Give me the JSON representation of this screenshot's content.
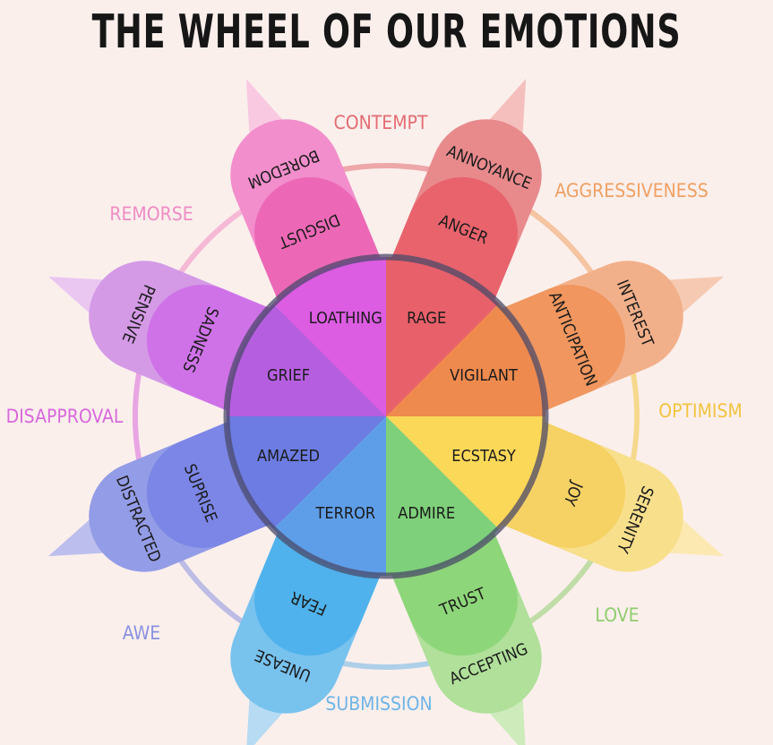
{
  "title": "THE WHEEL OF OUR EMOTIONS",
  "petals": [
    {
      "id": "top-right",
      "outer": "ANNOYANCE",
      "inner": "ANGER",
      "core": "RAGE",
      "color": "#e8636c",
      "light": "#f2b6b4",
      "outer_color": "#e88a8c",
      "core_color": "#e8606a"
    },
    {
      "id": "right-up",
      "outer": "INTEREST",
      "inner": "ANTICIPATION",
      "core": "VIGILANT",
      "color": "#f0965e",
      "light": "#f4c3a8",
      "outer_color": "#f2b08a",
      "core_color": "#ee8a4e"
    },
    {
      "id": "right-down",
      "outer": "SERENITY",
      "inner": "JOY",
      "core": "ECSTASY",
      "color": "#f6d264",
      "light": "#fbe7a8",
      "outer_color": "#f8df8c",
      "core_color": "#fcd858"
    },
    {
      "id": "bottom-right",
      "outer": "ACCEPTING",
      "inner": "TRUST",
      "core": "ADMIRE",
      "color": "#8ed67a",
      "light": "#c6eab4",
      "outer_color": "#b0e09a",
      "core_color": "#7ed07a"
    },
    {
      "id": "bottom-left",
      "outer": "UNEASE",
      "inner": "FEAR",
      "core": "TERROR",
      "color": "#4fb2ec",
      "light": "#a9d7f3",
      "outer_color": "#78c2ee",
      "core_color": "#5e9ee8"
    },
    {
      "id": "left-down",
      "outer": "DISTRACTED",
      "inner": "SUPRISE",
      "core": "AMAZED",
      "color": "#7b86e6",
      "light": "#b0b6ee",
      "outer_color": "#939ce6",
      "core_color": "#6c7ce2"
    },
    {
      "id": "left-up",
      "outer": "PENSIVE",
      "inner": "SADNESS",
      "core": "GRIEF",
      "color": "#cf72e8",
      "light": "#e6c0f2",
      "outer_color": "#d49ae6",
      "core_color": "#b65ee0"
    },
    {
      "id": "top-left",
      "outer": "BOREDOM",
      "inner": "DISGUST",
      "core": "LOATHING",
      "color": "#ec68b6",
      "light": "#f8c2e0",
      "outer_color": "#f28ecc",
      "core_color": "#dc5ce2"
    }
  ],
  "dyads": [
    {
      "label": "CONTEMPT",
      "color": "#e46c72"
    },
    {
      "label": "AGGRESSIVENESS",
      "color": "#f0a063"
    },
    {
      "label": "OPTIMISM",
      "color": "#f3c43f"
    },
    {
      "label": "LOVE",
      "color": "#8fcd6f"
    },
    {
      "label": "SUBMISSION",
      "color": "#6fb4e6"
    },
    {
      "label": "AWE",
      "color": "#8991e0"
    },
    {
      "label": "DISAPPROVAL",
      "color": "#d868dc"
    },
    {
      "label": "REMORSE",
      "color": "#f08cc4"
    }
  ]
}
